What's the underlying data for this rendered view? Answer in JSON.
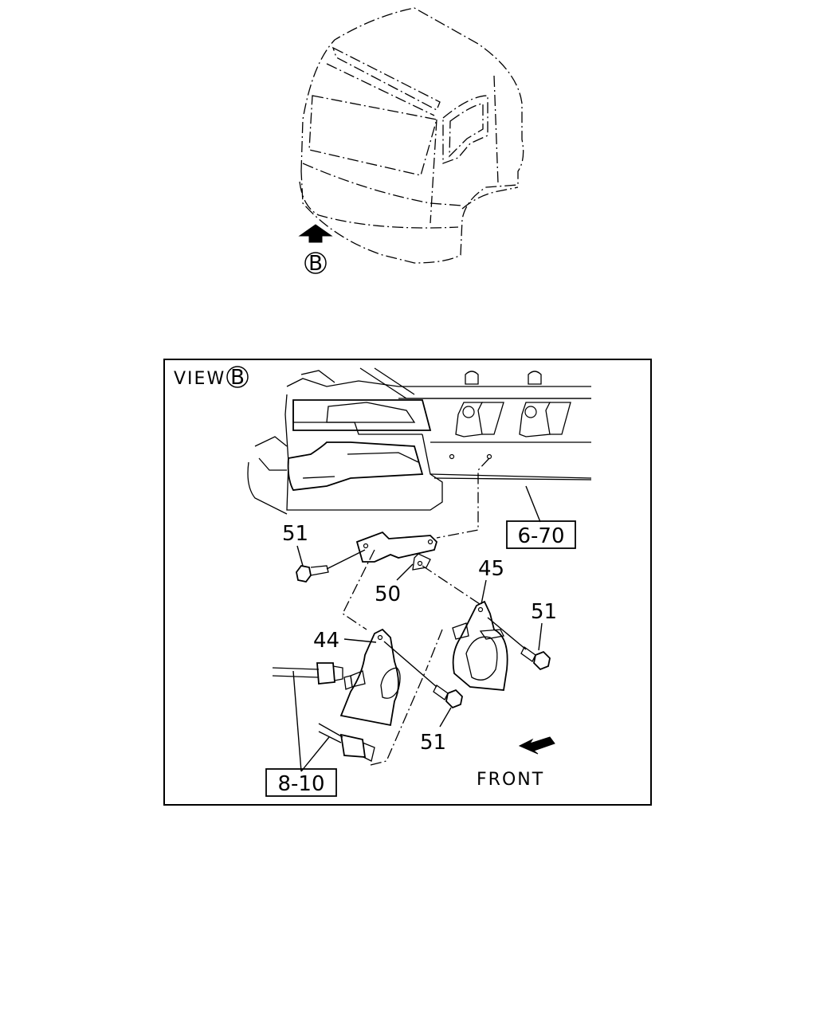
{
  "view_marker": {
    "letter": "B"
  },
  "view_box": {
    "title_prefix": "VIEW",
    "letter": "B"
  },
  "callouts": {
    "bolt_top": "51",
    "bracket": "50",
    "horn_low": "44",
    "horn_high": "45",
    "bolt_right": "51",
    "bolt_bottom": "51"
  },
  "references": {
    "frame_ref": "6-70",
    "harness_ref": "8-10"
  },
  "front_label": "FRONT"
}
